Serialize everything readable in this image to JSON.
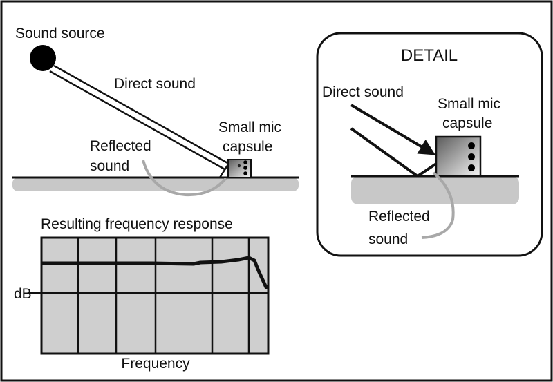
{
  "main": {
    "source_label": "Sound source",
    "direct_label": "Direct sound",
    "mic_label": [
      "Small mic",
      "capsule"
    ],
    "reflected_label": [
      "Reflected",
      "sound"
    ]
  },
  "detail": {
    "title": "DETAIL",
    "direct_label": "Direct sound",
    "mic_label": [
      "Small mic",
      "capsule"
    ],
    "reflected_label": [
      "Reflected",
      "sound"
    ]
  },
  "graph": {
    "title": "Resulting frequency response",
    "ylabel": "dB",
    "xlabel": "Frequency"
  },
  "colors": {
    "background": "#ffffff",
    "line": "#111111",
    "floor": "#c8c8c8",
    "reflection": "#a8a8a8",
    "graph_panel": "#cfcfcf"
  }
}
